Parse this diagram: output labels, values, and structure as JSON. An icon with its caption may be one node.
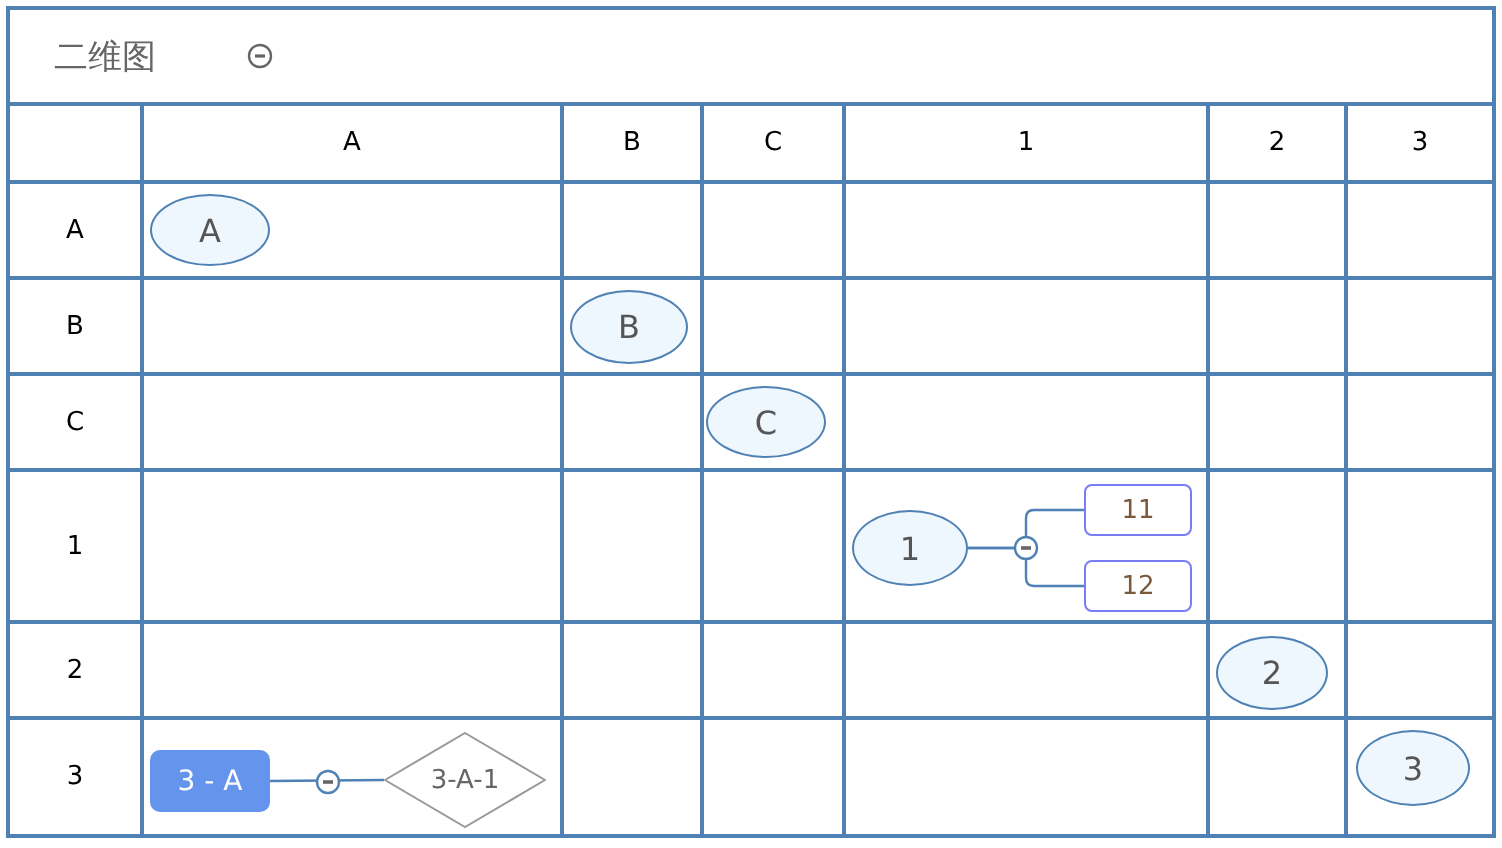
{
  "diagram": {
    "title": "二维图",
    "nodes": [
      {
        "text": [
          "A"
        ]
      },
      {
        "text": [
          "B"
        ]
      },
      {
        "text": [
          "C"
        ]
      },
      {
        "text": [
          "1"
        ]
      },
      {
        "text": [
          "11"
        ]
      },
      {
        "text": [
          "12"
        ]
      },
      {
        "text": [
          "2"
        ]
      },
      {
        "text": [
          "3"
        ]
      },
      {
        "text": [
          "3 - A"
        ]
      },
      {
        "text": [
          "3-A-1"
        ]
      }
    ],
    "edges": [
      {
        "from": 3,
        "to": 4,
        "arrow": "none"
      },
      {
        "from": 3,
        "to": 5,
        "arrow": "none"
      },
      {
        "from": 8,
        "to": 9,
        "arrow": "none"
      }
    ],
    "labels": [
      "A",
      "B",
      "C",
      "1",
      "2",
      "3",
      "A",
      "B",
      "C",
      "1",
      "2",
      "3"
    ]
  }
}
